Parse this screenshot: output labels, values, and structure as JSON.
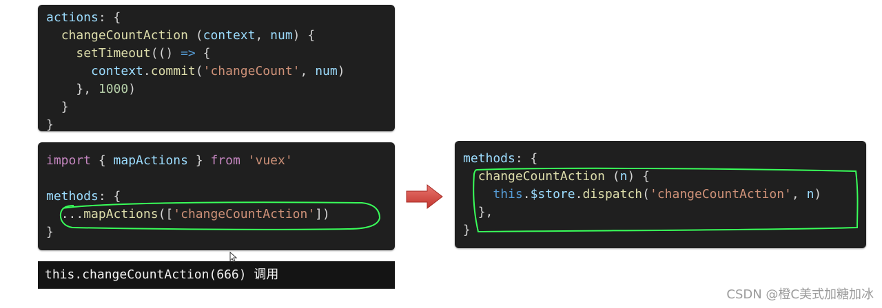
{
  "colors": {
    "panel_bg": "#1f1f1f",
    "highlight": "#39ff5a",
    "arrow": "#d9534f"
  },
  "panels": {
    "actions": {
      "lines": [
        [
          {
            "t": "actions",
            "c": "ident"
          },
          {
            "t": ": {",
            "c": "plain"
          }
        ],
        [
          {
            "t": "  "
          },
          {
            "t": "changeCountAction",
            "c": "fn"
          },
          {
            "t": " (",
            "c": "plain"
          },
          {
            "t": "context",
            "c": "ident"
          },
          {
            "t": ", ",
            "c": "plain"
          },
          {
            "t": "num",
            "c": "ident"
          },
          {
            "t": ") {",
            "c": "plain"
          }
        ],
        [
          {
            "t": "    "
          },
          {
            "t": "setTimeout",
            "c": "fn"
          },
          {
            "t": "(() ",
            "c": "plain"
          },
          {
            "t": "=>",
            "c": "arrow-op"
          },
          {
            "t": " {",
            "c": "plain"
          }
        ],
        [
          {
            "t": "      "
          },
          {
            "t": "context",
            "c": "ident"
          },
          {
            "t": ".",
            "c": "plain"
          },
          {
            "t": "commit",
            "c": "fn"
          },
          {
            "t": "(",
            "c": "plain"
          },
          {
            "t": "'changeCount'",
            "c": "str"
          },
          {
            "t": ", ",
            "c": "plain"
          },
          {
            "t": "num",
            "c": "ident"
          },
          {
            "t": ")",
            "c": "plain"
          }
        ],
        [
          {
            "t": "    "
          },
          {
            "t": "}, ",
            "c": "plain"
          },
          {
            "t": "1000",
            "c": "num"
          },
          {
            "t": ")",
            "c": "plain"
          }
        ],
        [
          {
            "t": "  "
          },
          {
            "t": "}",
            "c": "plain"
          }
        ],
        [
          {
            "t": "}",
            "c": "plain"
          }
        ]
      ]
    },
    "mapactions": {
      "lines": [
        [
          {
            "t": "import",
            "c": "kw-purple"
          },
          {
            "t": " { ",
            "c": "plain"
          },
          {
            "t": "mapActions",
            "c": "ident"
          },
          {
            "t": " } ",
            "c": "plain"
          },
          {
            "t": "from",
            "c": "kw-purple"
          },
          {
            "t": " ",
            "c": "plain"
          },
          {
            "t": "'vuex'",
            "c": "str"
          }
        ],
        [
          {
            "t": ""
          }
        ],
        [
          {
            "t": "methods",
            "c": "ident"
          },
          {
            "t": ": {",
            "c": "plain"
          }
        ],
        [
          {
            "t": "  "
          },
          {
            "t": "...",
            "c": "plain"
          },
          {
            "t": "mapActions",
            "c": "fn"
          },
          {
            "t": "([",
            "c": "plain"
          },
          {
            "t": "'changeCountAction'",
            "c": "str"
          },
          {
            "t": "])",
            "c": "plain"
          }
        ],
        [
          {
            "t": "}",
            "c": "plain"
          }
        ]
      ]
    },
    "dispatch": {
      "lines": [
        [
          {
            "t": "methods",
            "c": "ident"
          },
          {
            "t": ": {",
            "c": "plain"
          }
        ],
        [
          {
            "t": "  "
          },
          {
            "t": "changeCountAction",
            "c": "fn"
          },
          {
            "t": " (",
            "c": "plain"
          },
          {
            "t": "n",
            "c": "ident"
          },
          {
            "t": ") {",
            "c": "plain"
          }
        ],
        [
          {
            "t": "    "
          },
          {
            "t": "this",
            "c": "kw-blue"
          },
          {
            "t": ".",
            "c": "plain"
          },
          {
            "t": "$store",
            "c": "ident"
          },
          {
            "t": ".",
            "c": "plain"
          },
          {
            "t": "dispatch",
            "c": "fn"
          },
          {
            "t": "(",
            "c": "plain"
          },
          {
            "t": "'changeCountAction'",
            "c": "str"
          },
          {
            "t": ", ",
            "c": "plain"
          },
          {
            "t": "n",
            "c": "ident"
          },
          {
            "t": ")",
            "c": "plain"
          }
        ],
        [
          {
            "t": "  "
          },
          {
            "t": "},",
            "c": "plain"
          }
        ],
        [
          {
            "t": "}",
            "c": "plain"
          }
        ]
      ]
    }
  },
  "call_bar": {
    "text": "this.changeCountAction(666) 调用"
  },
  "watermark": "CSDN @橙C美式加糖加冰"
}
